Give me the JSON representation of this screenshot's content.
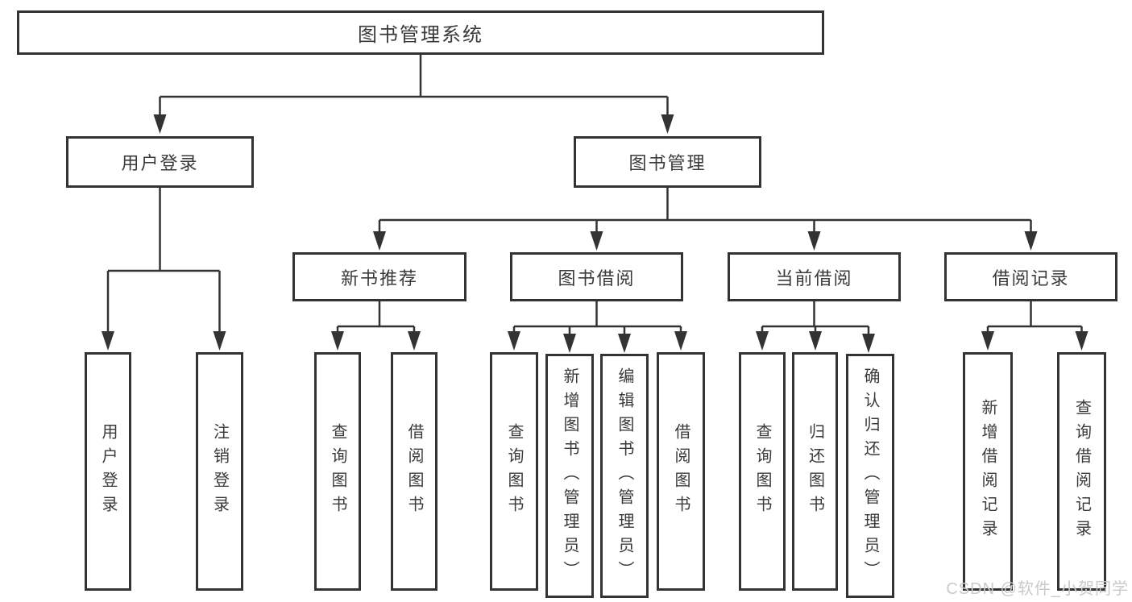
{
  "tree": {
    "root": {
      "label": "图书管理系统"
    },
    "login": {
      "label": "用户登录",
      "children": [
        {
          "label": "用户登录"
        },
        {
          "label": "注销登录"
        }
      ]
    },
    "management": {
      "label": "图书管理",
      "sections": [
        {
          "label": "新书推荐",
          "children": [
            {
              "label": "查询图书"
            },
            {
              "label": "借阅图书"
            }
          ]
        },
        {
          "label": "图书借阅",
          "children": [
            {
              "label": "查询图书"
            },
            {
              "label": "新增图书（管理员）"
            },
            {
              "label": "编辑图书（管理员）"
            },
            {
              "label": "借阅图书"
            }
          ]
        },
        {
          "label": "当前借阅",
          "children": [
            {
              "label": "查询图书"
            },
            {
              "label": "归还图书"
            },
            {
              "label": "确认归还（管理员）"
            }
          ]
        },
        {
          "label": "借阅记录",
          "children": [
            {
              "label": "新增借阅记录"
            },
            {
              "label": "查询借阅记录"
            }
          ]
        }
      ]
    }
  },
  "watermark": {
    "text": "CSDN @软件_小贺同学"
  },
  "colors": {
    "line": "#333333",
    "text": "#3a3a3a",
    "watermark": "#c9c9ce",
    "background": "#ffffff"
  }
}
